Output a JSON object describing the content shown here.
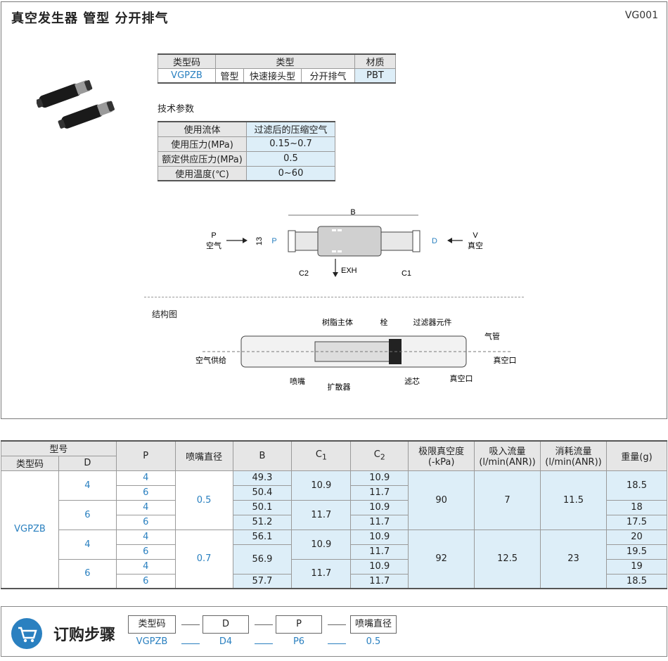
{
  "header": {
    "title": "真空发生器  管型  分开排气",
    "code": "VG001"
  },
  "spec_table": {
    "headers": [
      "类型码",
      "类型",
      "材质"
    ],
    "row": [
      "VGPZB",
      "管型",
      "快速接头型",
      "分开排气",
      "PBT"
    ]
  },
  "tech": {
    "label": "技术参数",
    "rows": [
      [
        "使用流体",
        "过滤后的压缩空气"
      ],
      [
        "使用压力(MPa)",
        "0.15~0.7"
      ],
      [
        "额定供应压力(MPa)",
        "0.5"
      ],
      [
        "使用温度(℃)",
        "0~60"
      ]
    ]
  },
  "dimension_drawing": {
    "B": "B",
    "P_top": "P",
    "P_bottom": "空气",
    "height": "13",
    "P_inner": "P",
    "D_inner": "D",
    "V_top": "V",
    "V_bottom": "真空",
    "C2": "C2",
    "C1": "C1",
    "EXH": "EXH"
  },
  "structure": {
    "label": "结构图",
    "parts": [
      "树脂主体",
      "栓",
      "过滤器元件",
      "气管",
      "空气供给",
      "真空口",
      "喷嘴",
      "扩散器",
      "滤芯",
      "真空口"
    ]
  },
  "main_table": {
    "headers": {
      "model": "型号",
      "type_code": "类型码",
      "d": "D",
      "p": "P",
      "nozzle": "喷嘴直径",
      "b": "B",
      "c1": "C",
      "c1_sub": "1",
      "c2": "C",
      "c2_sub": "2",
      "vacuum": "极限真空度",
      "vacuum_unit": "(-kPa)",
      "suction": "吸入流量",
      "suction_unit": "(l/min(ANR))",
      "consume": "消耗流量",
      "consume_unit": "(l/min(ANR))",
      "weight": "重量(g)"
    },
    "type_code": "VGPZB",
    "d_values": [
      "4",
      "6",
      "4",
      "6"
    ],
    "nozzle_values": [
      "0.5",
      "0.7"
    ],
    "p_values": [
      "4",
      "6",
      "4",
      "6",
      "4",
      "6",
      "4",
      "6"
    ],
    "b_values": [
      "49.3",
      "50.4",
      "50.1",
      "51.2",
      "56.1",
      "56.9",
      "57.7"
    ],
    "c1_values": [
      "10.9",
      "11.7",
      "10.9",
      "11.7"
    ],
    "c2_values": [
      "10.9",
      "11.7",
      "10.9",
      "11.7",
      "10.9",
      "11.7",
      "10.9",
      "11.7"
    ],
    "vacuum_values": [
      "90",
      "92"
    ],
    "suction_values": [
      "7",
      "12.5"
    ],
    "consume_values": [
      "11.5",
      "23"
    ],
    "weight_values": [
      "18.5",
      "18",
      "17.5",
      "20",
      "19.5",
      "19",
      "18.5"
    ]
  },
  "order": {
    "title": "订购步骤",
    "boxes": [
      "类型码",
      "D",
      "P",
      "喷嘴直径"
    ],
    "values": [
      "VGPZB",
      "D4",
      "P6",
      "0.5"
    ]
  },
  "colors": {
    "accent": "#2a80c0",
    "highlight": "#ddeef8",
    "header_bg": "#e6e6e6"
  }
}
